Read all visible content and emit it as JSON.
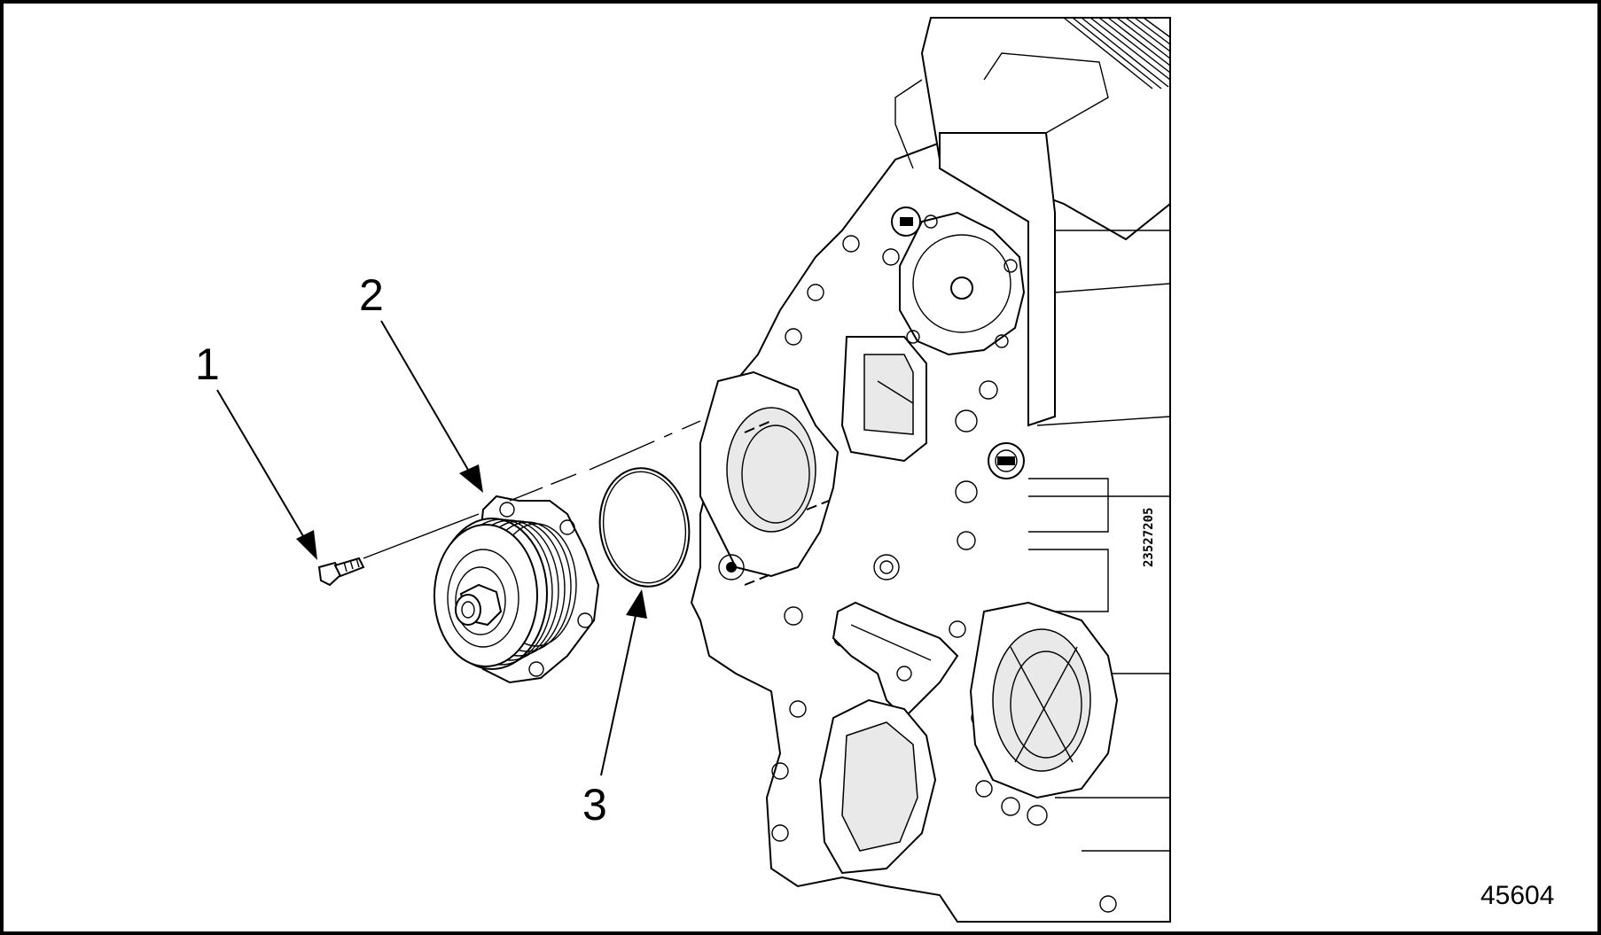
{
  "figure_id": "45604",
  "callouts": [
    {
      "number": "1",
      "part": "bolt"
    },
    {
      "number": "2",
      "part": "water-pump"
    },
    {
      "number": "3",
      "part": "o-ring-seal"
    }
  ],
  "engine_part_number": "23527205",
  "colors": {
    "line": "#000000",
    "background": "#ffffff",
    "shade": "#e9e9e9"
  }
}
